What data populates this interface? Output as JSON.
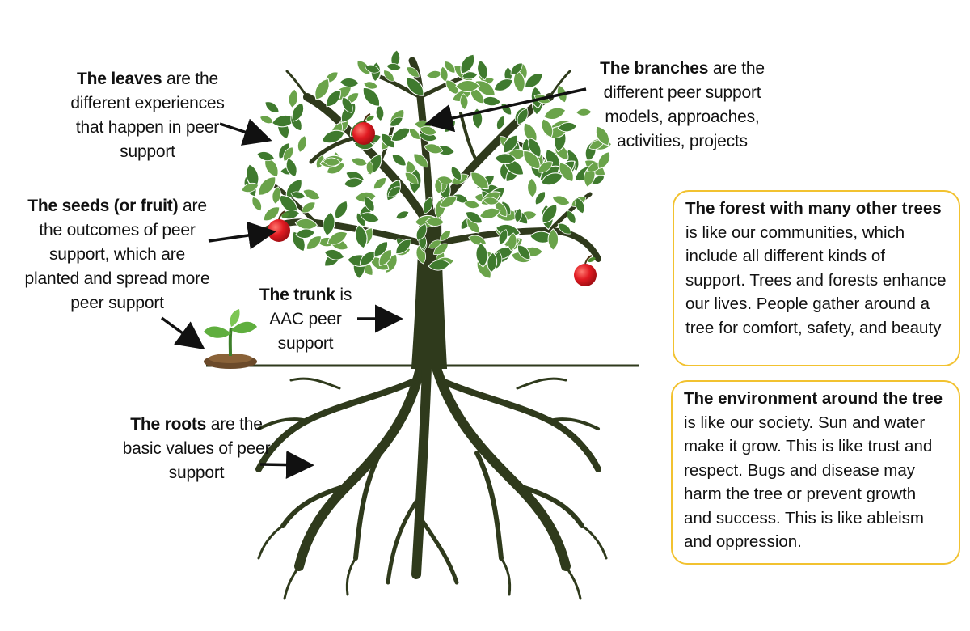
{
  "labels": {
    "leaves": {
      "bold": "The leaves",
      "text": " are the different experiences that happen in peer support"
    },
    "branches": {
      "bold": "The branches",
      "text": " are the different peer support models, approaches, activities, projects"
    },
    "seeds": {
      "bold": "The seeds (or fruit)",
      "text": " are the outcomes of peer support, which are planted and spread more peer support"
    },
    "trunk": {
      "bold": "The trunk",
      "text": " is AAC peer support"
    },
    "roots": {
      "bold": "The roots",
      "text": " are the basic values of peer support"
    }
  },
  "boxes": {
    "forest": {
      "bold": "The forest with many other trees",
      "text": " is like our communities, which include all different kinds of support. Trees and forests enhance our lives. People gather around a tree for comfort, safety, and beauty"
    },
    "environment": {
      "bold": "The environment around the tree",
      "text": " is like our society. Sun and water make it grow. This is like trust and respect. Bugs and disease may harm the tree or prevent growth and success. This is like ableism and oppression."
    }
  },
  "colors": {
    "trunk": "#2f3a1c",
    "leaf_light": "#6aa34a",
    "leaf_dark": "#3f7a2e",
    "fruit": "#e11b22",
    "box_border": "#f2c230",
    "arrow": "#111111"
  },
  "icons": [
    "tree-illustration",
    "apple-icon",
    "sprout-icon",
    "arrow-icon"
  ]
}
